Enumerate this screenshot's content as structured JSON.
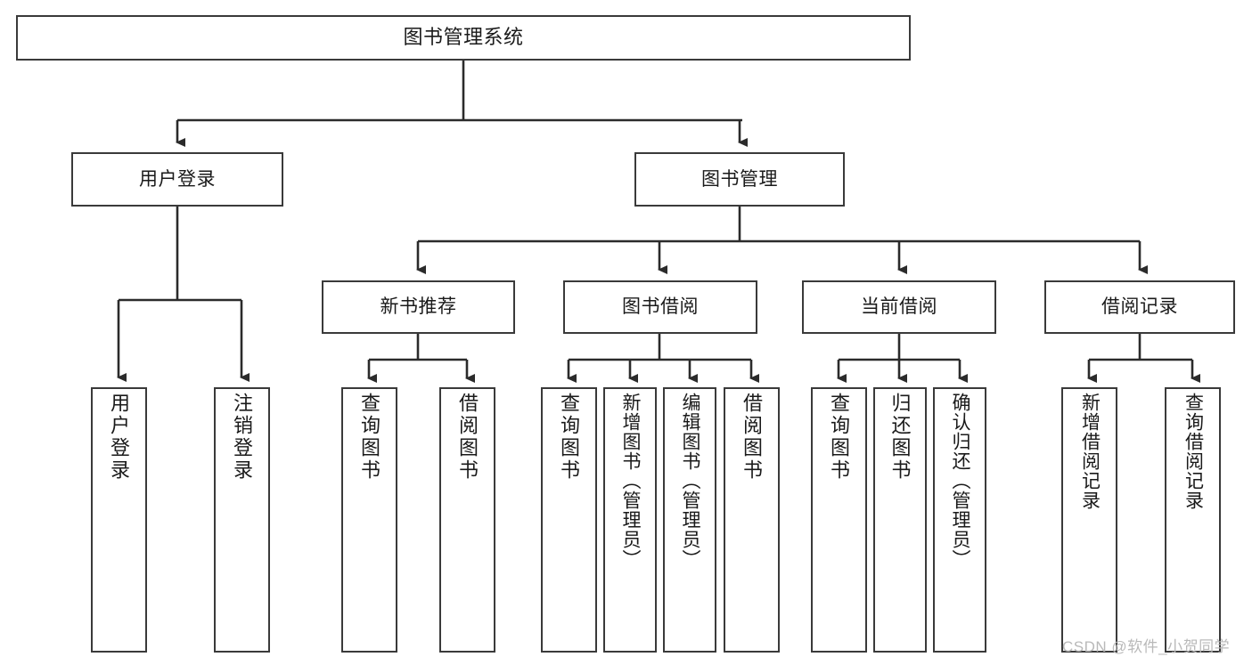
{
  "diagram": {
    "title": "图书管理系统",
    "type": "hierarchy-tree",
    "colors": {
      "box_border": "#3a3a3a",
      "box_fill": "#ffffff",
      "connector": "#2b2b2b",
      "text": "#1a1a1a",
      "watermark": "#b9b9b9"
    },
    "nodes": {
      "root": {
        "label": "图书管理系统"
      },
      "level1": [
        {
          "id": "user-login",
          "label": "用户登录"
        },
        {
          "id": "book-manage",
          "label": "图书管理"
        }
      ],
      "level2": [
        {
          "id": "new-book-recommend",
          "label": "新书推荐"
        },
        {
          "id": "book-borrow",
          "label": "图书借阅"
        },
        {
          "id": "current-borrow",
          "label": "当前借阅"
        },
        {
          "id": "borrow-record",
          "label": "借阅记录"
        }
      ],
      "leaves": {
        "user_login": [
          {
            "id": "leaf-user-login",
            "label": "用户登录"
          },
          {
            "id": "leaf-logout-login",
            "label": "注销登录"
          }
        ],
        "new_book_recommend": [
          {
            "id": "leaf-query-book-1",
            "label": "查询图书"
          },
          {
            "id": "leaf-borrow-book-1",
            "label": "借阅图书"
          }
        ],
        "book_borrow": [
          {
            "id": "leaf-query-book-2",
            "label": "查询图书"
          },
          {
            "id": "leaf-add-book",
            "label": "新增图书（管理员）"
          },
          {
            "id": "leaf-edit-book",
            "label": "编辑图书（管理员）"
          },
          {
            "id": "leaf-borrow-book-2",
            "label": "借阅图书"
          }
        ],
        "current_borrow": [
          {
            "id": "leaf-query-book-3",
            "label": "查询图书"
          },
          {
            "id": "leaf-return-book",
            "label": "归还图书"
          },
          {
            "id": "leaf-confirm-return",
            "label": "确认归还（管理员）"
          }
        ],
        "borrow_record": [
          {
            "id": "leaf-add-record",
            "label": "新增借阅记录"
          },
          {
            "id": "leaf-query-record",
            "label": "查询借阅记录"
          }
        ]
      }
    },
    "watermark": "CSDN @软件_小贺同学"
  }
}
